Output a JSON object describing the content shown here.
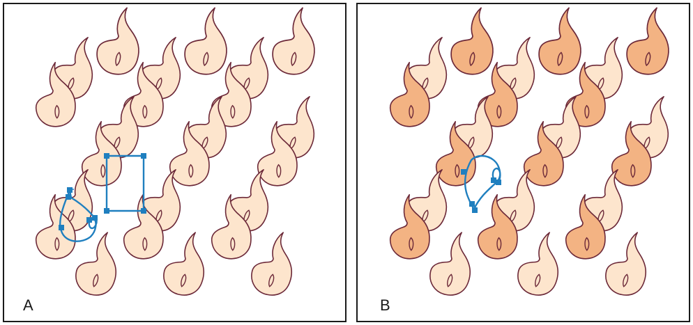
{
  "panels": [
    {
      "id": "A",
      "label": "A",
      "mode": "uniform"
    },
    {
      "id": "B",
      "label": "B",
      "mode": "alternating"
    }
  ],
  "colors": {
    "light_fill": "#fde5cd",
    "dark_fill": "#f3b383",
    "outline": "#6b2838",
    "selection": "#1f7fbf",
    "border": "#1a1a1a"
  }
}
